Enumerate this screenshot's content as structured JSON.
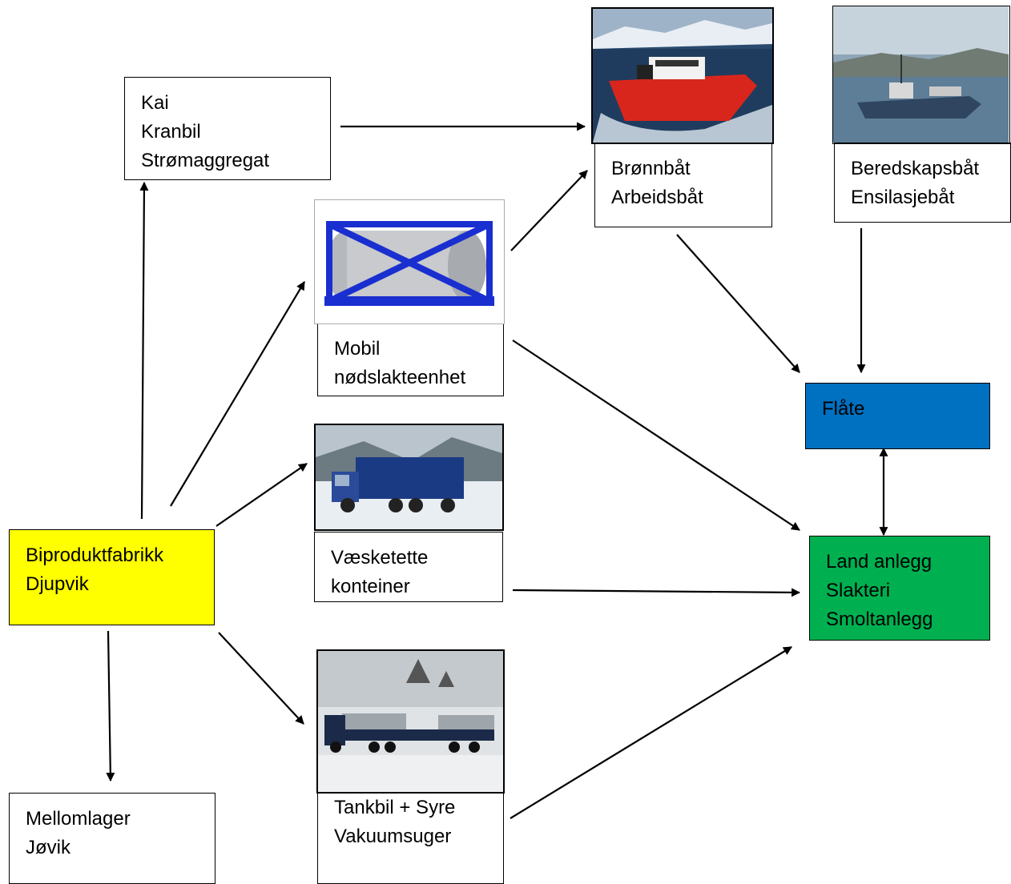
{
  "nodes": {
    "kai": {
      "lines": [
        "Kai",
        "Kranbil",
        "Strømaggregat"
      ]
    },
    "bronnbat": {
      "lines": [
        "Brønnbåt",
        "Arbeidsbåt"
      ]
    },
    "beredskap": {
      "lines": [
        "Beredskapsbåt",
        "Ensilasjebåt"
      ]
    },
    "mobil": {
      "lines": [
        "Mobil",
        "nødslakteenhet"
      ]
    },
    "flate": {
      "lines": [
        "Flåte"
      ],
      "color": "#0070C0"
    },
    "vaesketette": {
      "lines": [
        "Væsketette",
        "konteiner"
      ]
    },
    "land": {
      "lines": [
        "Land anlegg",
        "Slakteri",
        "Smoltanlegg"
      ],
      "color": "#00B050"
    },
    "biprodukt": {
      "lines": [
        "Biproduktfabrikk",
        "Djupvik"
      ],
      "color": "#FFFF00"
    },
    "mellomlager": {
      "lines": [
        "Mellomlager",
        "Jøvik"
      ]
    },
    "tankbil": {
      "lines": [
        "Tankbil + Syre",
        "Vakuumsuger"
      ]
    }
  },
  "photos": {
    "bronnbat": "red-workboat-photo",
    "beredskap": "blue-vessel-photo",
    "mobil": "blue-frame-tank-unit-image",
    "vaesketette": "blue-container-truck-photo",
    "tankbil": "tank-truck-trailer-photo"
  }
}
